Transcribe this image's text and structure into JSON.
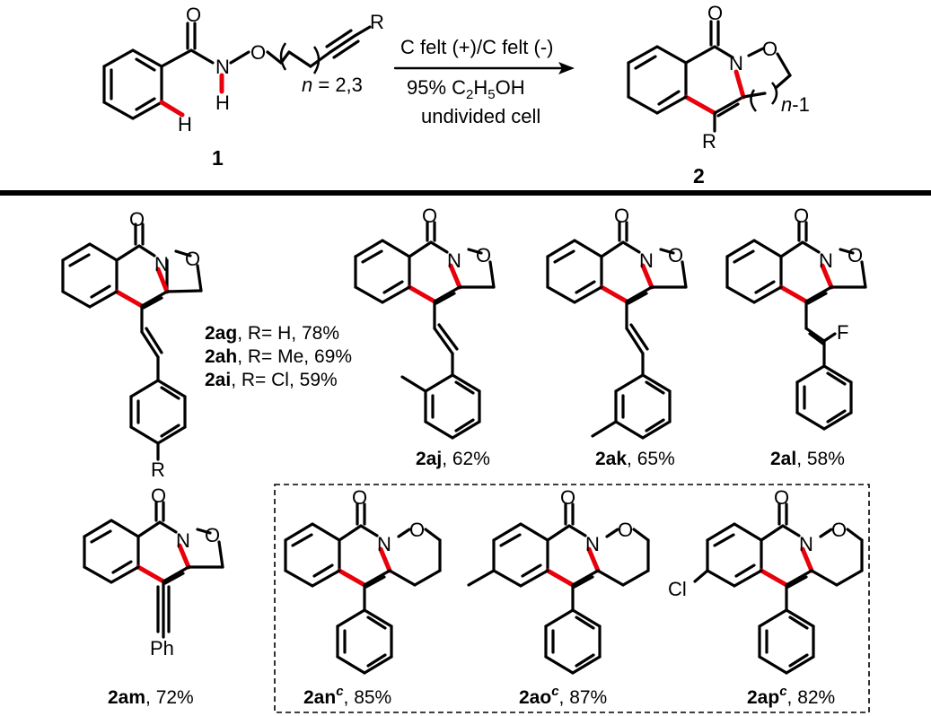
{
  "reaction": {
    "conditions": {
      "line1": "C felt (+)/C felt (-)",
      "line2_prefix": "95% C",
      "line2_sub1": "2",
      "line2_mid": "H",
      "line2_sub2": "5",
      "line2_suffix": "OH",
      "line3": "undivided cell"
    },
    "substrate": {
      "number": "1",
      "atoms": {
        "O": "O",
        "N": "N",
        "O2": "O",
        "H1": "H",
        "H2": "H",
        "R": "R"
      },
      "n_italic": "n",
      "n_values": " = 2,3"
    },
    "product": {
      "number": "2",
      "atoms": {
        "O": "O",
        "N": "N",
        "O2": "O",
        "R": "R"
      },
      "n_italic": "n",
      "n_suffix": "-1"
    }
  },
  "compounds": {
    "ag": {
      "id": "2ag",
      "text": ", R= H, 78%"
    },
    "ah": {
      "id": "2ah",
      "text": ", R= Me, 69%"
    },
    "ai": {
      "id": "2ai",
      "text": ", R= Cl, 59%"
    },
    "aj": {
      "id": "2aj",
      "text": ", 62%"
    },
    "ak": {
      "id": "2ak",
      "text": ", 65%"
    },
    "al": {
      "id": "2al",
      "text": ", 58%"
    },
    "am": {
      "id": "2am",
      "text": ", 72%"
    },
    "an": {
      "id": "2an",
      "sup": "c",
      "text": ", 85%"
    },
    "ao": {
      "id": "2ao",
      "sup": "c",
      "text": ", 87%"
    },
    "ap": {
      "id": "2ap",
      "sup": "c",
      "text": ", 82%"
    }
  },
  "atom_labels": {
    "O": "O",
    "N": "N",
    "R": "R",
    "F": "F",
    "Ph": "Ph",
    "Cl": "Cl"
  }
}
